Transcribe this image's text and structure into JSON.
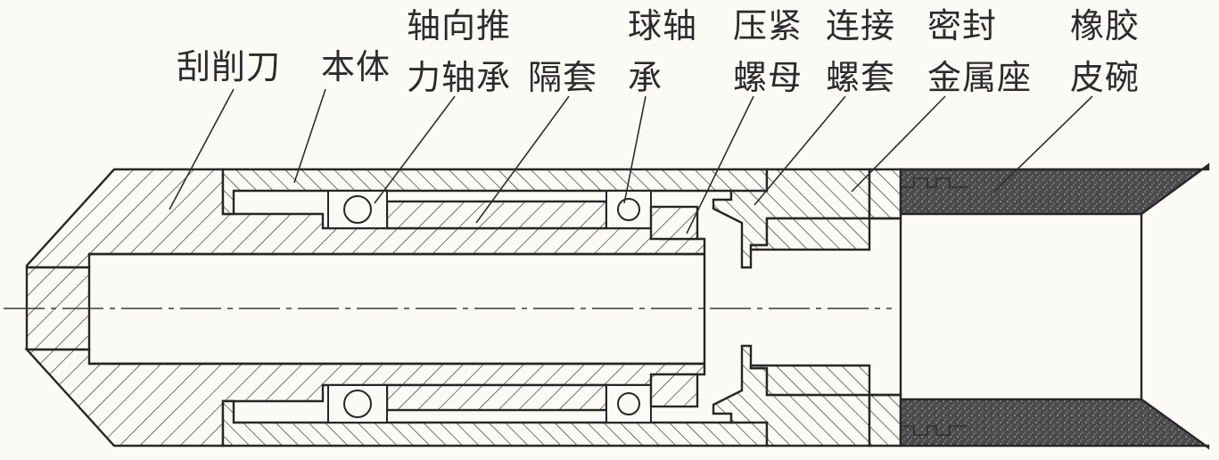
{
  "labels": {
    "scraper": "刮削刀",
    "body": "本体",
    "thrust_bearing_top": "轴向推",
    "thrust_bearing_bottom": "力轴承",
    "spacer": "隔套",
    "ball_bearing_top": "球轴",
    "ball_bearing_bottom": "承",
    "lock_nut_top": "压紧",
    "lock_nut_bottom": "螺母",
    "connect_sleeve_top": "连接",
    "connect_sleeve_bottom": "螺套",
    "seal_seat_top": "密封",
    "seal_seat_bottom": "金属座",
    "rubber_cup_top": "橡胶",
    "rubber_cup_bottom": "皮碗"
  },
  "colors": {
    "paper": "#fbfaf6",
    "ink": "#262626"
  }
}
